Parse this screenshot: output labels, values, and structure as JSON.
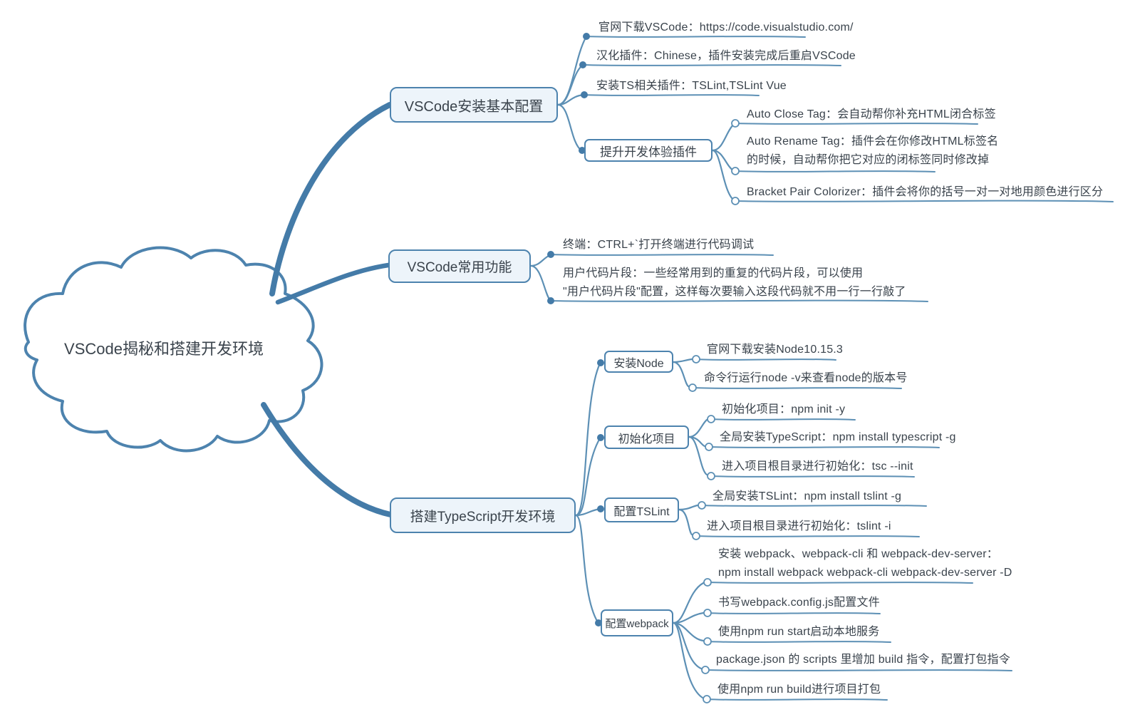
{
  "root_label": "VSCode揭秘和搭建开发环境",
  "colors": {
    "accent": "#4d83ae",
    "thin_line": "#5d90b5",
    "text": "#3a434c",
    "node_fill": "#edf4fa"
  },
  "branch1": {
    "label": "VSCode安装基本配置",
    "leaves": [
      "官网下载VSCode：https://code.visualstudio.com/",
      "汉化插件：Chinese，插件安装完成后重启VSCode",
      "安装TS相关插件：TSLint,TSLint Vue"
    ],
    "plugins": {
      "label": "提升开发体验插件",
      "leaves": [
        "Auto Close Tag：会自动帮你补充HTML闭合标签",
        "Auto Rename Tag：插件会在你修改HTML标签名\n的时候，自动帮你把它对应的闭标签同时修改掉",
        "Bracket Pair Colorizer：插件会将你的括号一对一对地用颜色进行区分"
      ]
    }
  },
  "branch2": {
    "label": "VSCode常用功能",
    "leaves": [
      "终端：CTRL+`打开终端进行代码调试",
      "用户代码片段：一些经常用到的重复的代码片段，可以使用\n\"用户代码片段\"配置，这样每次要输入这段代码就不用一行一行敲了"
    ]
  },
  "branch3": {
    "label": "搭建TypeScript开发环境",
    "node": {
      "label": "安装Node",
      "leaves": [
        "官网下载安装Node10.15.3",
        "命令行运行node -v来查看node的版本号"
      ]
    },
    "init": {
      "label": "初始化项目",
      "leaves": [
        "初始化项目：npm init -y",
        "全局安装TypeScript：npm install typescript -g",
        "进入项目根目录进行初始化：tsc --init"
      ]
    },
    "tslint": {
      "label": "配置TSLint",
      "leaves": [
        "全局安装TSLint：npm install tslint -g",
        "进入项目根目录进行初始化：tslint -i"
      ]
    },
    "webpack": {
      "label": "配置webpack",
      "leaves": [
        "安装 webpack、webpack-cli 和 webpack-dev-server：\nnpm install webpack webpack-cli webpack-dev-server -D",
        "书写webpack.config.js配置文件",
        "使用npm run start启动本地服务",
        "package.json 的 scripts 里增加 build 指令，配置打包指令",
        "使用npm run build进行项目打包"
      ]
    }
  }
}
